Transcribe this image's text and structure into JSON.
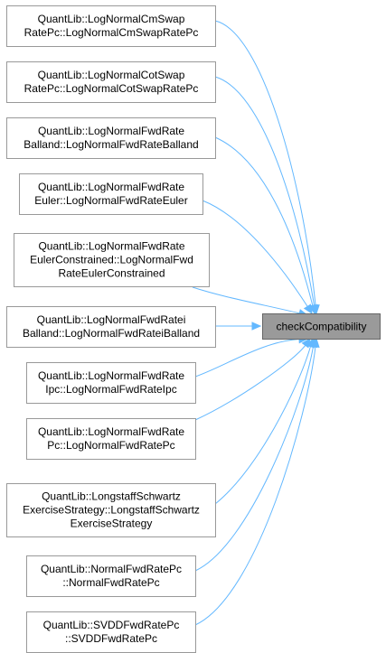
{
  "target": {
    "label": "checkCompatibility"
  },
  "callers": [
    {
      "lines": [
        "QuantLib::LogNormalCmSwap",
        "RatePc::LogNormalCmSwapRatePc"
      ]
    },
    {
      "lines": [
        "QuantLib::LogNormalCotSwap",
        "RatePc::LogNormalCotSwapRatePc"
      ]
    },
    {
      "lines": [
        "QuantLib::LogNormalFwdRate",
        "Balland::LogNormalFwdRateBalland"
      ]
    },
    {
      "lines": [
        "QuantLib::LogNormalFwdRate",
        "Euler::LogNormalFwdRateEuler"
      ]
    },
    {
      "lines": [
        "QuantLib::LogNormalFwdRate",
        "EulerConstrained::LogNormalFwd",
        "RateEulerConstrained"
      ]
    },
    {
      "lines": [
        "QuantLib::LogNormalFwdRatei",
        "Balland::LogNormalFwdRateiBalland"
      ]
    },
    {
      "lines": [
        "QuantLib::LogNormalFwdRate",
        "Ipc::LogNormalFwdRateIpc"
      ]
    },
    {
      "lines": [
        "QuantLib::LogNormalFwdRate",
        "Pc::LogNormalFwdRatePc"
      ]
    },
    {
      "lines": [
        "QuantLib::LongstaffSchwartz",
        "ExerciseStrategy::LongstaffSchwartz",
        "ExerciseStrategy"
      ]
    },
    {
      "lines": [
        "QuantLib::NormalFwdRatePc",
        "::NormalFwdRatePc"
      ]
    },
    {
      "lines": [
        "QuantLib::SVDDFwdRatePc",
        "::SVDDFwdRatePc"
      ]
    }
  ],
  "colors": {
    "edge": "#63b8ff",
    "node_border": "#999999",
    "target_fill": "#9a9a9a"
  }
}
